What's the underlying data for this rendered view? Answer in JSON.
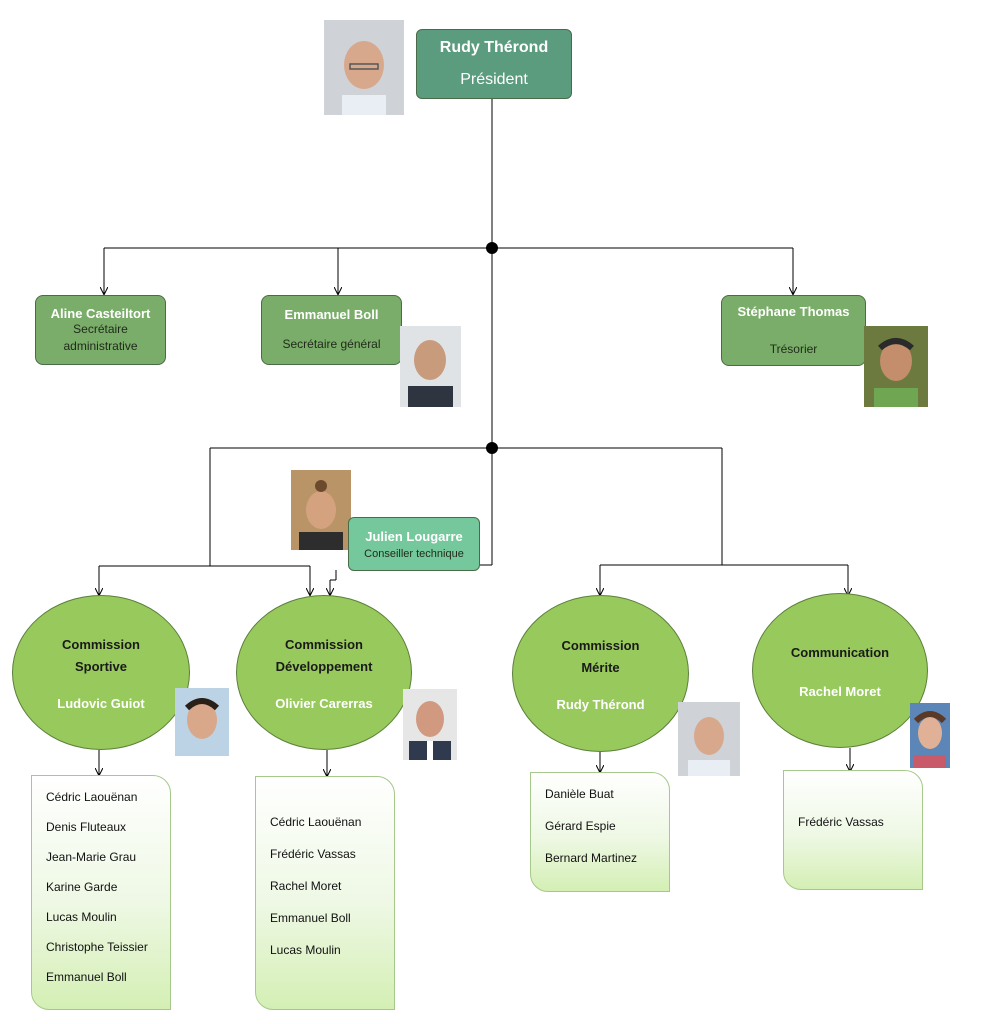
{
  "president": {
    "name": "Rudy Thérond",
    "role": "Président"
  },
  "bureau": [
    {
      "name": "Aline Casteiltort",
      "role_line1": "Secrétaire",
      "role_line2": "administrative"
    },
    {
      "name": "Emmanuel Boll",
      "role": "Secrétaire général"
    },
    {
      "name": "Stéphane Thomas",
      "role": "Trésorier"
    }
  ],
  "technical_advisor": {
    "name": "Julien Lougarre",
    "role": "Conseiller technique"
  },
  "commissions": [
    {
      "title_line1": "Commission",
      "title_line2": "Sportive",
      "lead": "Ludovic Guiot",
      "members": [
        "Cédric Laouënan",
        "Denis Fluteaux",
        "Jean-Marie Grau",
        "Karine Garde",
        "Lucas Moulin",
        "Christophe Teissier",
        "Emmanuel Boll"
      ]
    },
    {
      "title_line1": "Commission",
      "title_line2": "Développement",
      "lead": "Olivier Carerras",
      "members": [
        "Cédric Laouënan",
        "Frédéric Vassas",
        "Rachel Moret",
        "Emmanuel Boll",
        "Lucas Moulin"
      ]
    },
    {
      "title_line1": "Commission",
      "title_line2": "Mérite",
      "lead": "Rudy Thérond",
      "members": [
        "Danièle Buat",
        "Gérard Espie",
        "Bernard Martinez"
      ]
    },
    {
      "title_line1": "Communication",
      "lead": "Rachel Moret",
      "members": [
        "Frédéric Vassas"
      ]
    }
  ],
  "colors": {
    "president_box": "#5c9c7e",
    "bureau_box": "#7aad69",
    "advisor_box": "#74c89c",
    "commission_circle": "#98c95c",
    "connector": "#000000"
  }
}
